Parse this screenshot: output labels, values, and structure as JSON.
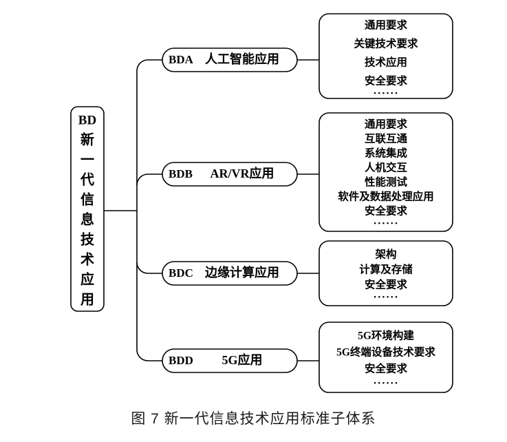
{
  "figure": {
    "caption": "图 7 新一代信息技术应用标准子体系",
    "background_color": "#ffffff",
    "line_color": "#000000"
  },
  "root": {
    "code": "BD",
    "title": "新一代信息技术应用",
    "title_chars": [
      "新",
      "一",
      "代",
      "信",
      "息",
      "技",
      "术",
      "应",
      "用"
    ]
  },
  "branches": [
    {
      "code": "BDA",
      "label": "人工智能应用",
      "items": [
        "通用要求",
        "关键技术要求",
        "技术应用",
        "安全要求"
      ],
      "ellipsis": "······"
    },
    {
      "code": "BDB",
      "label": "AR/VR应用",
      "items": [
        "通用要求",
        "互联互通",
        "系统集成",
        "人机交互",
        "性能测试",
        "软件及数据处理应用",
        "安全要求"
      ],
      "ellipsis": "······"
    },
    {
      "code": "BDC",
      "label": "边缘计算应用",
      "items": [
        "架构",
        "计算及存储",
        "安全要求"
      ],
      "ellipsis": "······"
    },
    {
      "code": "BDD",
      "label": "5G应用",
      "items": [
        "5G环境构建",
        "5G终端设备技术要求",
        "安全要求"
      ],
      "ellipsis": "······"
    }
  ]
}
